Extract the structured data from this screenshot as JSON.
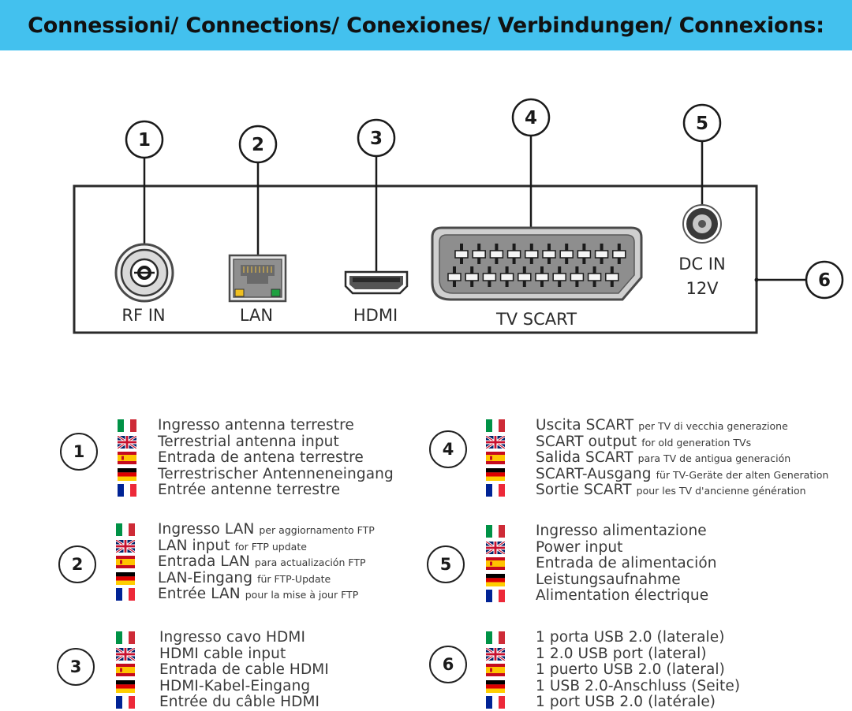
{
  "header": {
    "title": "Connessioni/ Connections/ Conexiones/ Verbindungen/ Connexions:"
  },
  "ports": {
    "rf_in": "RF IN",
    "lan": "LAN",
    "hdmi": "HDMI",
    "scart": "TV SCART",
    "dc_in": "DC IN",
    "dc_voltage": "12V"
  },
  "callouts": [
    "1",
    "2",
    "3",
    "4",
    "5",
    "6"
  ],
  "flag_colors": {
    "italy": [
      "#009246",
      "#ffffff",
      "#ce2b37"
    ],
    "uk": [
      "#012169",
      "#ffffff",
      "#c8102e"
    ],
    "spain": [
      "#c60b1e",
      "#ffc400"
    ],
    "germany": [
      "#000000",
      "#dd0000",
      "#ffce00"
    ],
    "france": [
      "#002395",
      "#ffffff",
      "#ed2939"
    ]
  },
  "legend": [
    {
      "number": "1",
      "lines": [
        {
          "lang": "it",
          "text": "Ingresso antenna terrestre",
          "note": ""
        },
        {
          "lang": "en",
          "text": "Terrestrial antenna input",
          "note": ""
        },
        {
          "lang": "es",
          "text": "Entrada de antena terrestre",
          "note": ""
        },
        {
          "lang": "de",
          "text": "Terrestrischer Antenneneingang",
          "note": ""
        },
        {
          "lang": "fr",
          "text": "Entrée antenne terrestre",
          "note": ""
        }
      ]
    },
    {
      "number": "2",
      "lines": [
        {
          "lang": "it",
          "text": "Ingresso LAN",
          "note": "per aggiornamento FTP"
        },
        {
          "lang": "en",
          "text": "LAN input",
          "note": "for FTP update"
        },
        {
          "lang": "es",
          "text": "Entrada LAN",
          "note": "para actualización FTP"
        },
        {
          "lang": "de",
          "text": "LAN-Eingang",
          "note": "für FTP-Update"
        },
        {
          "lang": "fr",
          "text": "Entrée LAN",
          "note": "pour la mise à jour FTP"
        }
      ]
    },
    {
      "number": "3",
      "lines": [
        {
          "lang": "it",
          "text": "Ingresso cavo HDMI",
          "note": ""
        },
        {
          "lang": "en",
          "text": "HDMI cable input",
          "note": ""
        },
        {
          "lang": "es",
          "text": "Entrada de cable HDMI",
          "note": ""
        },
        {
          "lang": "de",
          "text": "HDMI-Kabel-Eingang",
          "note": ""
        },
        {
          "lang": "fr",
          "text": "Entrée du câble HDMI",
          "note": ""
        }
      ]
    },
    {
      "number": "4",
      "lines": [
        {
          "lang": "it",
          "text": "Uscita SCART",
          "note": "per TV di vecchia generazione"
        },
        {
          "lang": "en",
          "text": "SCART output",
          "note": "for old generation TVs"
        },
        {
          "lang": "es",
          "text": "Salida SCART",
          "note": "para TV de antigua generación"
        },
        {
          "lang": "de",
          "text": "SCART-Ausgang",
          "note": "für TV-Geräte der alten Generation"
        },
        {
          "lang": "fr",
          "text": "Sortie SCART",
          "note": "pour les TV d'ancienne génération"
        }
      ]
    },
    {
      "number": "5",
      "lines": [
        {
          "lang": "it",
          "text": "Ingresso alimentazione",
          "note": ""
        },
        {
          "lang": "en",
          "text": "Power input",
          "note": ""
        },
        {
          "lang": "es",
          "text": "Entrada de alimentación",
          "note": ""
        },
        {
          "lang": "de",
          "text": "Leistungsaufnahme",
          "note": ""
        },
        {
          "lang": "fr",
          "text": "Alimentation électrique",
          "note": ""
        }
      ]
    },
    {
      "number": "6",
      "lines": [
        {
          "lang": "it",
          "text": "1 porta USB 2.0 (laterale)",
          "note": ""
        },
        {
          "lang": "en",
          "text": "1 2.0 USB port (lateral)",
          "note": ""
        },
        {
          "lang": "es",
          "text": "1 puerto USB 2.0 (lateral)",
          "note": ""
        },
        {
          "lang": "de",
          "text": "1 USB 2.0-Anschluss (Seite)",
          "note": ""
        },
        {
          "lang": "fr",
          "text": "1 port USB 2.0 (latérale)",
          "note": ""
        }
      ]
    }
  ]
}
